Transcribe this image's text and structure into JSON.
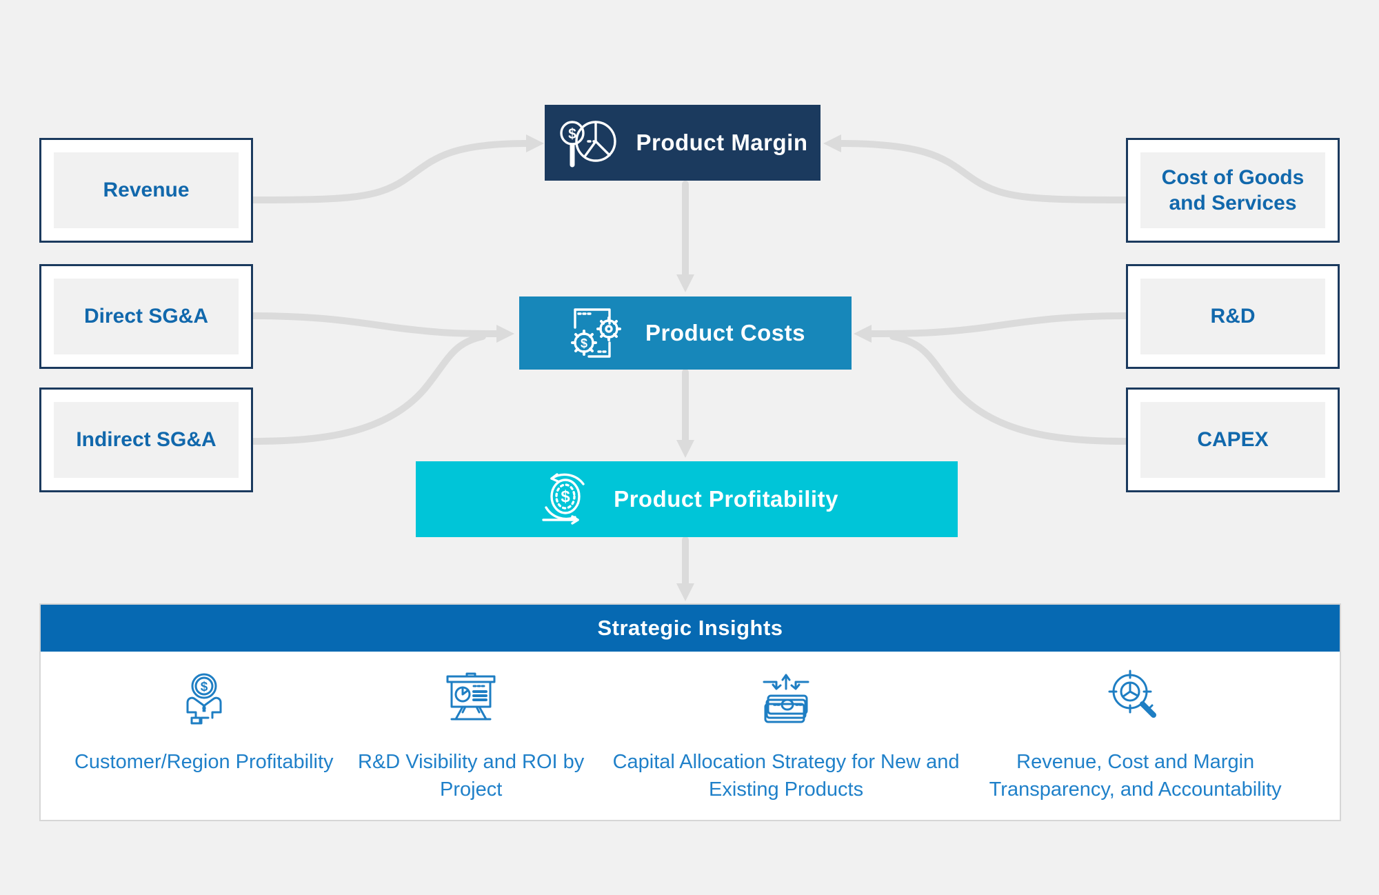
{
  "colors": {
    "page_bg": "#F1F1F1",
    "navy": "#1B3A5E",
    "mid_blue": "#1787BA",
    "cyan": "#00C5D8",
    "header_blue": "#0669B2",
    "box_label_blue": "#1168AC",
    "caption_blue": "#1F80C9",
    "arrow_gray": "#DBDBDB"
  },
  "left_inputs": [
    {
      "label": "Revenue"
    },
    {
      "label": "Direct SG&A"
    },
    {
      "label": "Indirect SG&A"
    }
  ],
  "right_inputs": [
    {
      "label": "Cost of Goods and Services"
    },
    {
      "label": "R&D"
    },
    {
      "label": "CAPEX"
    }
  ],
  "flow": [
    {
      "label": "Product Margin",
      "icon": "pie-magnifier-icon"
    },
    {
      "label": "Product Costs",
      "icon": "document-gears-icon"
    },
    {
      "label": "Product Profitability",
      "icon": "dollar-cycle-icon"
    }
  ],
  "strategic_insights": {
    "title": "Strategic Insights",
    "items": [
      {
        "label": "Customer/Region Profitability",
        "icon": "hands-coin-icon"
      },
      {
        "label": "R&D Visibility and ROI by Project",
        "icon": "presentation-chart-icon"
      },
      {
        "label": "Capital Allocation Strategy for New and Existing Products",
        "icon": "cash-allocation-icon"
      },
      {
        "label": "Revenue, Cost and Margin Transparency, and Accountability",
        "icon": "magnifier-target-icon"
      }
    ]
  }
}
